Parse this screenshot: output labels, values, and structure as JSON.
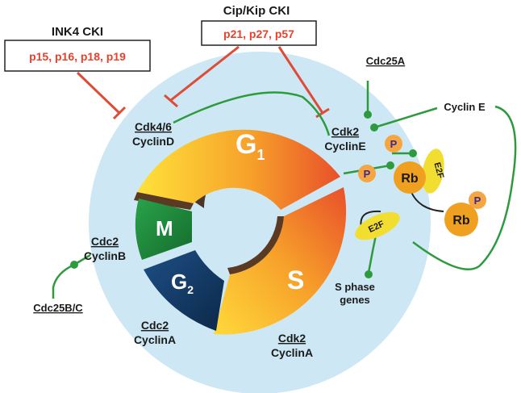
{
  "ink4": {
    "title": "INK4 CKI",
    "members": "p15, p16, p18, p19"
  },
  "cipkip": {
    "title": "Cip/Kip CKI",
    "members": "p21, p27, p57"
  },
  "phases": {
    "g1": "G",
    "g1_sub": "1",
    "s": "S",
    "g2": "G",
    "g2_sub": "2",
    "m": "M"
  },
  "complexes": {
    "cdk46": {
      "kinase": "Cdk4/6",
      "cyclin": "CyclinD"
    },
    "cdk2e": {
      "kinase": "Cdk2",
      "cyclin": "CyclinE"
    },
    "cdc2b": {
      "kinase": "Cdc2",
      "cyclin": "CyclinB"
    },
    "cdc2a": {
      "kinase": "Cdc2",
      "cyclin": "CyclinA"
    },
    "cdk2a": {
      "kinase": "Cdk2",
      "cyclin": "CyclinA"
    }
  },
  "regulators": {
    "cdc25a": "Cdc25A",
    "cdc25bc": "Cdc25B/C",
    "cyclin_e": "Cyclin E"
  },
  "proteins": {
    "rb": "Rb",
    "e2f": "E2F",
    "phospho": "P"
  },
  "s_phase_genes": {
    "line1": "S phase",
    "line2": "genes"
  },
  "colors": {
    "background_disc": "#cde8f4",
    "inhibition": "#e04a36",
    "activation": "#2e9a3e",
    "rb": "#f0a020",
    "e2f": "#f2de30",
    "phospho": "#f5a640",
    "m_phase": "#1f8a3c",
    "g2_phase": "#123a66"
  }
}
